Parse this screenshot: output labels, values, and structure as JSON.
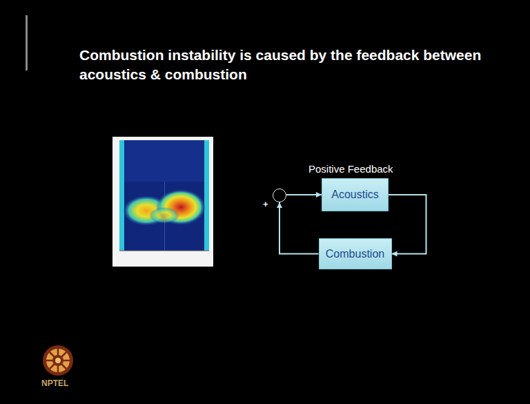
{
  "diagram": {
    "title": "Combustion instability is caused by the feedback between acoustics & combustion",
    "nodes": [
      {
        "text": [
          "+"
        ]
      },
      {
        "text": [
          "Acoustics"
        ]
      },
      {
        "text": [
          "Combustion"
        ]
      }
    ],
    "edges": [
      {
        "from": 0,
        "to": 1,
        "arrow": "to"
      },
      {
        "from": 1,
        "to": 2,
        "arrow": "to"
      },
      {
        "from": 2,
        "to": 0,
        "arrow": "to"
      }
    ],
    "labels": [
      "Positive Feedback",
      "NPTEL"
    ]
  }
}
